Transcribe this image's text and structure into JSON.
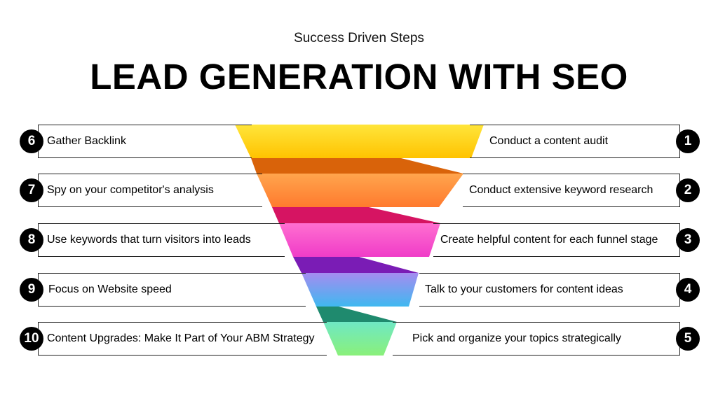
{
  "header": {
    "subtitle": "Success Driven Steps",
    "title": "LEAD GENERATION WITH SEO"
  },
  "left_steps": [
    {
      "num": "6",
      "label": "Gather Backlink"
    },
    {
      "num": "7",
      "label": "Spy on your competitor's analysis"
    },
    {
      "num": "8",
      "label": "Use keywords that turn visitors into leads"
    },
    {
      "num": "9",
      "label": "Focus on Website speed"
    },
    {
      "num": "10",
      "label": "Content Upgrades: Make It Part of Your ABM Strategy"
    }
  ],
  "right_steps": [
    {
      "num": "1",
      "label": "Conduct a content audit"
    },
    {
      "num": "2",
      "label": "Conduct extensive keyword research"
    },
    {
      "num": "3",
      "label": "Create helpful content for each funnel stage"
    },
    {
      "num": "4",
      "label": "Talk to your customers for content ideas"
    },
    {
      "num": "5",
      "label": "Pick and organize your topics strategically"
    }
  ],
  "funnel_colors": {
    "tiers": [
      [
        "#ffe53b",
        "#ffc300"
      ],
      [
        "#ffa54d",
        "#ff7a2e"
      ],
      [
        "#ff6fd0",
        "#f03cc8"
      ],
      [
        "#a58cf0",
        "#3fb8f0"
      ],
      [
        "#6fe8c4",
        "#8af07a"
      ]
    ],
    "connectors": [
      "#d9630a",
      "#d61462",
      "#7a1cb5",
      "#1f8a6e"
    ]
  }
}
